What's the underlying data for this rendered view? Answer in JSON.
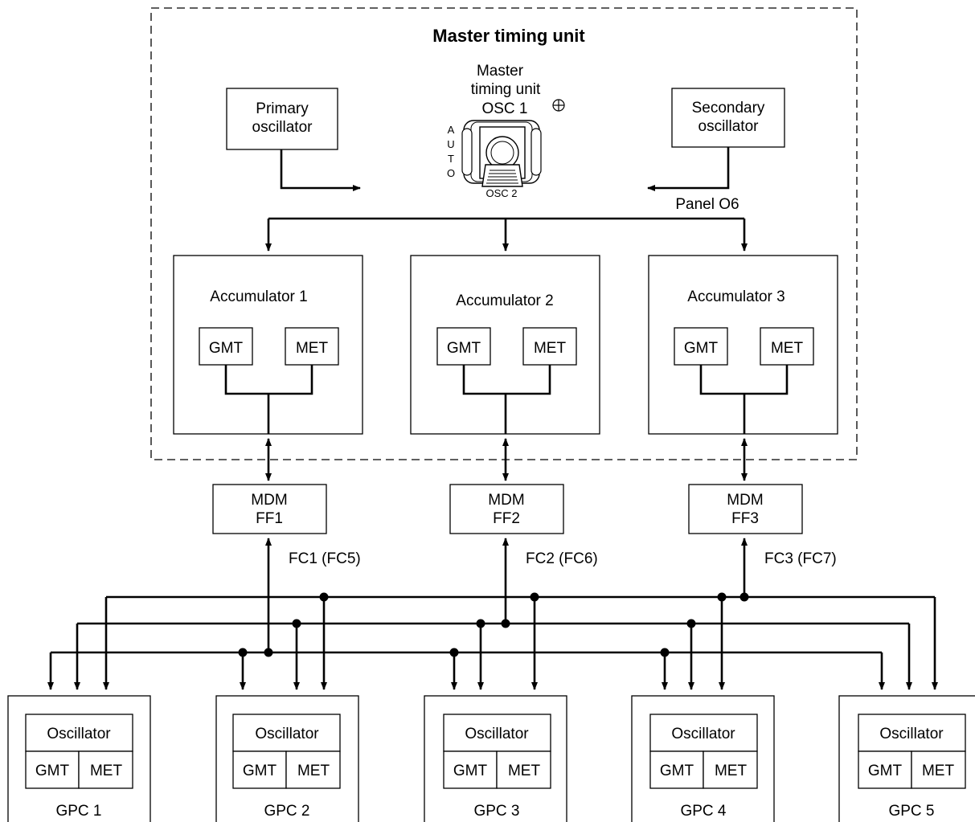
{
  "master": {
    "title": "Master timing unit",
    "primary": [
      "Primary",
      "oscillator"
    ],
    "secondary": [
      "Secondary",
      "oscillator"
    ],
    "switch_label": [
      "Master",
      "timing unit",
      "OSC 1"
    ],
    "auto_letters": [
      "A",
      "U",
      "T",
      "O"
    ],
    "osc2": "OSC 2",
    "panel": "Panel O6"
  },
  "accumulators": [
    {
      "label": "Accumulator 1",
      "gmt": "GMT",
      "met": "MET"
    },
    {
      "label": "Accumulator 2",
      "gmt": "GMT",
      "met": "MET"
    },
    {
      "label": "Accumulator 3",
      "gmt": "GMT",
      "met": "MET"
    }
  ],
  "mdms": [
    {
      "line1": "MDM",
      "line2": "FF1",
      "bus": "FC1 (FC5)"
    },
    {
      "line1": "MDM",
      "line2": "FF2",
      "bus": "FC2 (FC6)"
    },
    {
      "line1": "MDM",
      "line2": "FF3",
      "bus": "FC3 (FC7)"
    }
  ],
  "gpcs": [
    {
      "osc": "Oscillator",
      "gmt": "GMT",
      "met": "MET",
      "label": "GPC 1"
    },
    {
      "osc": "Oscillator",
      "gmt": "GMT",
      "met": "MET",
      "label": "GPC 2"
    },
    {
      "osc": "Oscillator",
      "gmt": "GMT",
      "met": "MET",
      "label": "GPC 3"
    },
    {
      "osc": "Oscillator",
      "gmt": "GMT",
      "met": "MET",
      "label": "GPC 4"
    },
    {
      "osc": "Oscillator",
      "gmt": "GMT",
      "met": "MET",
      "label": "GPC 5"
    }
  ]
}
